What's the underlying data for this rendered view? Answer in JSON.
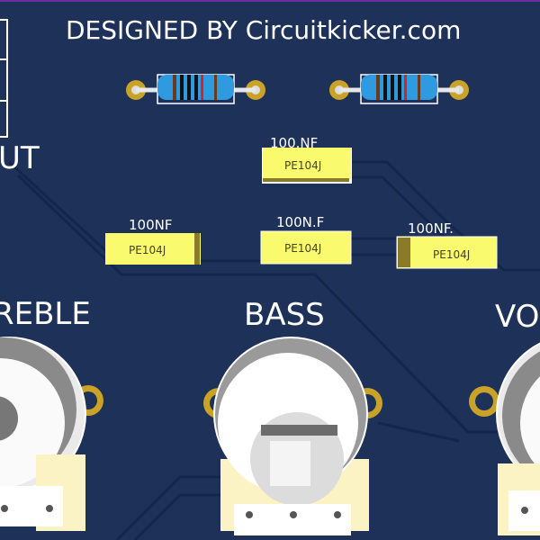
{
  "board": {
    "credit": "DESIGNED BY Circuitkicker.com",
    "labels": {
      "out": "UT",
      "treble": "REBLE",
      "bass": "BASS",
      "volume": "VO"
    },
    "capacitors": [
      {
        "value": "100.NF",
        "marking": "PE104J"
      },
      {
        "value": "100NF",
        "marking": "PE104J"
      },
      {
        "value": "100N.F",
        "marking": "PE104J"
      },
      {
        "value": "100NF.",
        "marking": "PE104J"
      }
    ],
    "colors": {
      "board": "#1d3159",
      "capacitor": "#fafa6e",
      "pad": "#c9a227",
      "resistor": "#2e9be0",
      "silkscreen": "#ffffff"
    }
  }
}
